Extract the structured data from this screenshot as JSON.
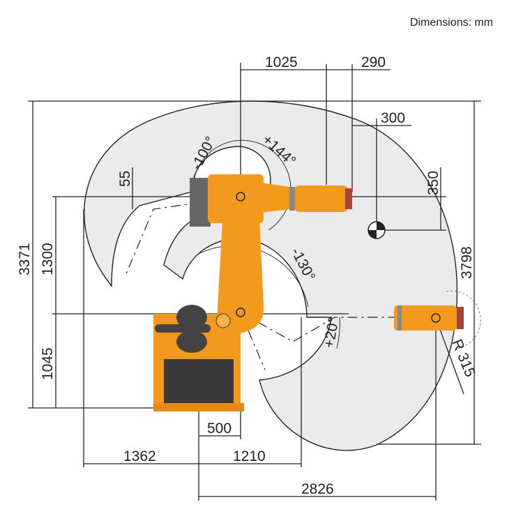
{
  "title": "Dimensions: mm",
  "dimensions": {
    "top_reach": "1025",
    "wrist_length": "290",
    "cog_offset_x": "300",
    "cog_offset_y": "350",
    "a3_offset": "55",
    "total_height": "3371",
    "upper_height": "1300",
    "base_height": "1045",
    "max_reach_vertical": "3798",
    "flange_radius": "R 315",
    "base_offset": "500",
    "rear_reach": "1362",
    "inner_reach": "1210",
    "max_reach": "2826"
  },
  "angles": {
    "a3_neg": "-100°",
    "a3_pos": "+144°",
    "a2_neg": "-130°",
    "a2_pos": "+20°"
  },
  "colors": {
    "robot_orange": "#f39a1c",
    "workspace_gray": "#ebebeb",
    "motor_gray": "#555555"
  }
}
